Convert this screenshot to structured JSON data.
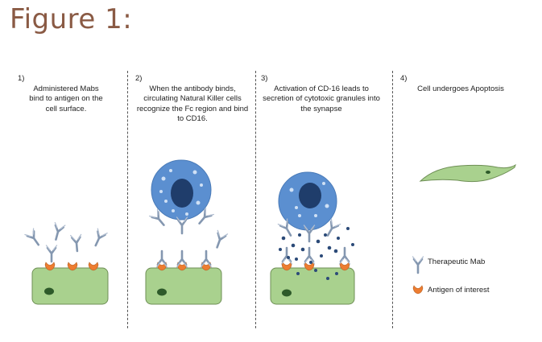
{
  "figure_title": "Figure 1:",
  "panels": [
    {
      "number": "1)",
      "text": "Administered Mabs bind to antigen on the cell surface."
    },
    {
      "number": "2)",
      "text": "When the antibody binds, circulating Natural Killer cells recognize the Fc region and bind to CD16."
    },
    {
      "number": "3)",
      "text": "Activation of CD-16 leads to secretion of cytotoxic granules into the synapse"
    },
    {
      "number": "4)",
      "text": "Cell undergoes Apoptosis"
    }
  ],
  "legend": [
    {
      "label": "Therapeutic Mab",
      "icon": "antibody-icon"
    },
    {
      "label": "Antigen of interest",
      "icon": "antigen-icon"
    }
  ],
  "colors": {
    "title": "#8a5a44",
    "cell_fill": "#a9d18e",
    "cell_stroke": "#6e8f55",
    "nucleus": "#2e5a2a",
    "antibody": "#8497b0",
    "antigen": "#ed7d31",
    "nk_cell": "#5b8fd0",
    "nk_nucleus": "#1f3d6b",
    "granule": "#2b4a78"
  }
}
